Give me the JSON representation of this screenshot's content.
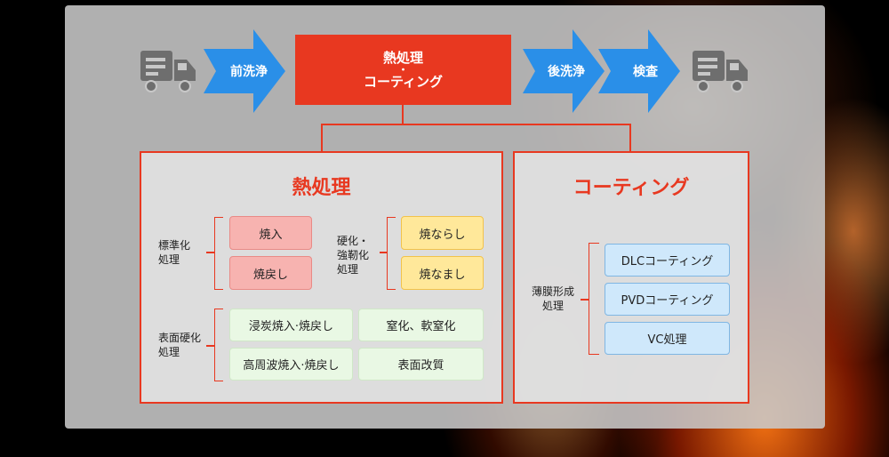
{
  "flow": {
    "pre_wash": "前洗浄",
    "main_line1": "熱処理",
    "main_dot": "・",
    "main_line2": "コーティング",
    "post_wash": "後洗浄",
    "inspection": "検査"
  },
  "heat_treatment": {
    "title": "熱処理",
    "standard_group": {
      "label_lines": [
        "標準化",
        "処理"
      ],
      "items": [
        "焼入",
        "焼戻し"
      ]
    },
    "hardening_group": {
      "label_lines": [
        "硬化・",
        "強靭化",
        "処理"
      ],
      "items": [
        "焼ならし",
        "焼なまし"
      ]
    },
    "surface_group": {
      "label_lines": [
        "表面硬化",
        "処理"
      ],
      "items": [
        "浸炭焼入·焼戻し",
        "窒化、軟窒化",
        "高周波焼入·焼戻し",
        "表面改質"
      ]
    }
  },
  "coating": {
    "title": "コーティング",
    "film_group": {
      "label_lines": [
        "薄膜形成",
        "処理"
      ],
      "items": [
        "DLCコーティング",
        "PVDコーティング",
        "VC処理"
      ]
    }
  },
  "colors": {
    "accent_red": "#e83820",
    "arrow_blue": "#2a8fe8",
    "truck_gray": "#6e6e6e",
    "panel_gray": "#c8c8c8"
  },
  "icons": [
    "delivery-truck-icon",
    "delivery-truck-icon",
    "right-arrow-icon"
  ]
}
